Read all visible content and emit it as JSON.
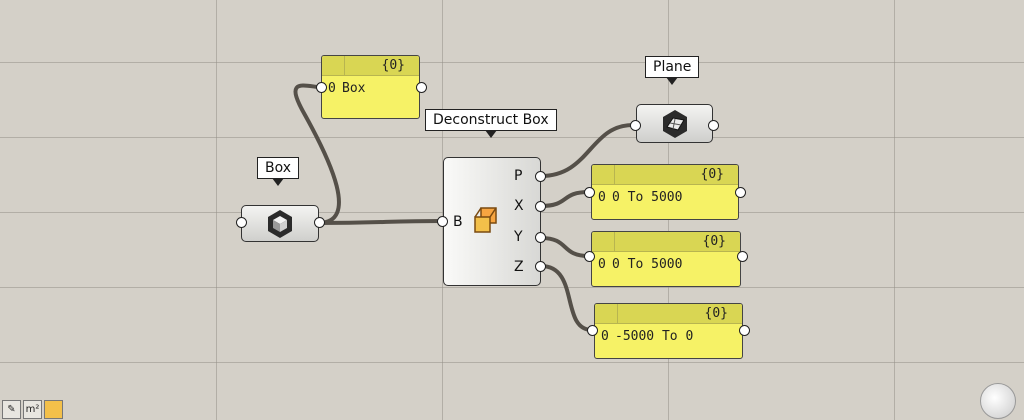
{
  "tooltips": {
    "box": "Box",
    "deconstruct": "Deconstruct Box",
    "plane": "Plane"
  },
  "component": {
    "input": "B",
    "outputs": [
      "P",
      "X",
      "Y",
      "Z"
    ]
  },
  "panels": [
    {
      "header": "{0}",
      "index": "0",
      "value": "Box"
    },
    {
      "header": "{0}",
      "index": "0",
      "value": "0 To 5000"
    },
    {
      "header": "{0}",
      "index": "0",
      "value": "0 To 5000"
    },
    {
      "header": "{0}",
      "index": "0",
      "value": "-5000 To 0"
    }
  ],
  "icons": {
    "box_param": "box-param-icon",
    "plane_param": "plane-param-icon",
    "deconstruct": "deconstruct-box-icon",
    "navigator": "navigator-widget-icon"
  },
  "statusbar": {
    "icons": [
      "pin-icon",
      "m²",
      "box-mini-icon"
    ],
    "m2_label": "m²"
  },
  "colors": {
    "canvas": "#d4d0c8",
    "panel": "#f6f266",
    "wire": "#555049"
  }
}
